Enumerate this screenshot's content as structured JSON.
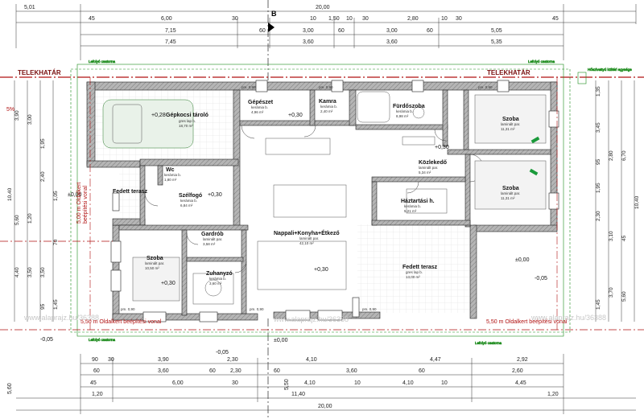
{
  "top_dims": {
    "row1": [
      "5,01",
      "20,00"
    ],
    "row2": [
      "45",
      "6,00",
      "30",
      "10",
      "1,50",
      "10",
      "30",
      "2,80",
      "10",
      "30",
      "45"
    ],
    "row3": [
      "7,15",
      "60",
      "3,00",
      "60",
      "3,00",
      "60",
      "5,05"
    ],
    "row4": [
      "7,45",
      "3,60",
      "3,60",
      "5,35"
    ]
  },
  "bottom_dims": {
    "row1": [
      "90",
      "30",
      "3,90",
      "2,30",
      "4,10",
      "4,47",
      "2,92"
    ],
    "row2": [
      "60",
      "3,60",
      "60",
      "2,30",
      "60",
      "3,60",
      "60",
      "2,60"
    ],
    "row3": [
      "45",
      "6,00",
      "30",
      "4,10",
      "10",
      "4,10",
      "10",
      "4,45"
    ],
    "row4": [
      "1,20",
      "11,40",
      "5,50",
      "1,20"
    ],
    "row5": [
      "5,60",
      "20,00"
    ]
  },
  "left_dims": [
    "3,90",
    "3,00",
    "1,95",
    "2,40",
    "1,05",
    "10,40",
    "5,60",
    "1,20",
    "4,40",
    "3,50",
    "3,50",
    "95",
    "1,45",
    "70"
  ],
  "right_dims": [
    "1,35",
    "3,45",
    "2,80",
    "95",
    "6,70",
    "1,95",
    "2,30",
    "3,10",
    "1,45",
    "3,70",
    "10,40",
    "45",
    "5,60"
  ],
  "rooms": [
    {
      "name": "Gépkocsi tároló",
      "floor": "gres lap b.",
      "area": "18,70 m²"
    },
    {
      "name": "Gépészet",
      "floor": "kerámia b.",
      "area": "4,96 m²"
    },
    {
      "name": "Kamra",
      "floor": "kerámia b.",
      "area": "2,40 m²"
    },
    {
      "name": "Fürdőszoba",
      "floor": "kerámia b.",
      "area": "8,98 m²"
    },
    {
      "name": "Szoba",
      "floor": "laminált par.",
      "area": "11,31 m²"
    },
    {
      "name": "Közlekedő",
      "floor": "laminált par.",
      "area": "5,34 m²"
    },
    {
      "name": "Szoba",
      "floor": "laminált par.",
      "area": "11,31 m²"
    },
    {
      "name": "Wc",
      "floor": "kerámia b.",
      "area": "1,80 m²"
    },
    {
      "name": "Szélfogó",
      "floor": "kerámia b.",
      "area": "6,84 m²"
    },
    {
      "name": "Fedett terasz",
      "floor": "",
      "area": ""
    },
    {
      "name": "Háztartási h.",
      "floor": "kerámia b.",
      "area": "5,21 m²"
    },
    {
      "name": "Gardrób",
      "floor": "laminált par.",
      "area": "3,58 m²"
    },
    {
      "name": "Nappali+Konyha+Étkező",
      "floor": "laminált par.",
      "area": "42,10 m²"
    },
    {
      "name": "Szoba",
      "floor": "laminált par.",
      "area": "10,50 m²"
    },
    {
      "name": "Zuhanyzó",
      "floor": "kerámia b.",
      "area": "3,60 m²"
    },
    {
      "name": "Fedett terasz",
      "floor": "gres lap b.",
      "area": "13,00 m²"
    }
  ],
  "levels": {
    "l1": "+0,28",
    "l2": "+0,30",
    "l3": "±0,00",
    "l4": "-0,05"
  },
  "labels": {
    "telekhatar": "TELEKHATÁR",
    "section": "B",
    "percent": "5%",
    "setback_left": "5,00 m Oldalkert beépítési vonal",
    "setback_bl": "5,50 m Oldalkert beépítési vonal",
    "setback_br": "5,50 m Oldalkert beépítési vonal",
    "left_v": "5,00 m Oldalkert",
    "left_v2": "beépítési vonal",
    "cold_unit": "Hőszivattyú kültéri egysége",
    "gutter": "Lefolyó csatorna",
    "pm": "pm. 0,90",
    "watermark": "www.alaprajz.hu/36388"
  },
  "colors": {
    "wall": "#9a9a9a",
    "wallEdge": "#222222",
    "dim": "#222222",
    "accent": "#b01010",
    "green": "#1a8a1a"
  }
}
